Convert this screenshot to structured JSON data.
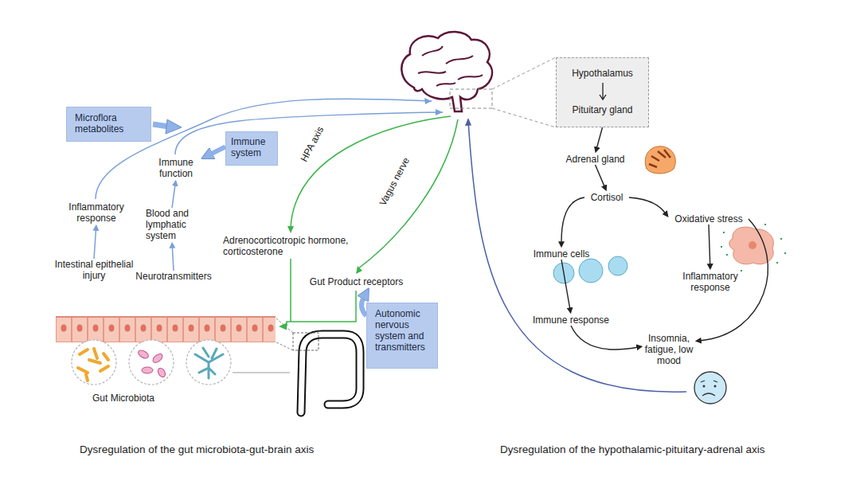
{
  "diagram": {
    "nodes": [
      {
        "text": [
          "Microflora metabolites"
        ]
      },
      {
        "text": [
          "Immune system"
        ]
      },
      {
        "text": [
          "Immune function"
        ]
      },
      {
        "text": [
          "Inflammatory response"
        ]
      },
      {
        "text": [
          "Blood and lymphatic system"
        ]
      },
      {
        "text": [
          "Intestinal epithelial injury"
        ]
      },
      {
        "text": [
          "Neurotransmitters"
        ]
      },
      {
        "text": [
          "Adrenocorticotropic hormone, corticosterone"
        ]
      },
      {
        "text": [
          "Gut Product receptors"
        ]
      },
      {
        "text": [
          "Autonomic nervous system and transmitters"
        ]
      },
      {
        "text": [
          "Gut Microbiota"
        ]
      },
      {
        "text": [
          "Hypothalamus",
          "Pituitary gland"
        ]
      },
      {
        "text": [
          "Adrenal gland"
        ]
      },
      {
        "text": [
          "Cortisol"
        ]
      },
      {
        "text": [
          "Oxidative stress"
        ]
      },
      {
        "text": [
          "Immune cells"
        ]
      },
      {
        "text": [
          "Inflammatory response"
        ]
      },
      {
        "text": [
          "Immune response"
        ]
      },
      {
        "text": [
          "Insomnia, fatigue, low mood"
        ]
      }
    ],
    "edges": [
      {
        "from": 5,
        "to": 3,
        "arrow": "to"
      },
      {
        "from": 6,
        "to": 4,
        "arrow": "to"
      },
      {
        "from": 4,
        "to": 2,
        "arrow": "to"
      },
      {
        "from": 1,
        "to": 2,
        "arrow": "to"
      },
      {
        "from": 9,
        "to": 8,
        "arrow": "to"
      },
      {
        "from": 11,
        "to": 12,
        "arrow": "to"
      },
      {
        "from": 12,
        "to": 13,
        "arrow": "to"
      },
      {
        "from": 13,
        "to": 15,
        "arrow": "to"
      },
      {
        "from": 13,
        "to": 14,
        "arrow": "to"
      },
      {
        "from": 15,
        "to": 17,
        "arrow": "to"
      },
      {
        "from": 14,
        "to": 16,
        "arrow": "to"
      },
      {
        "from": 17,
        "to": 18,
        "arrow": "to"
      },
      {
        "from": 14,
        "to": 18,
        "arrow": "to"
      }
    ],
    "labels": [
      "HPA axis",
      "Vagus nerve",
      "Dysregulation of the gut microbiota-gut-brain axis",
      "Dysregulation of the hypothalamic-pituitary-adrenal axis"
    ]
  }
}
